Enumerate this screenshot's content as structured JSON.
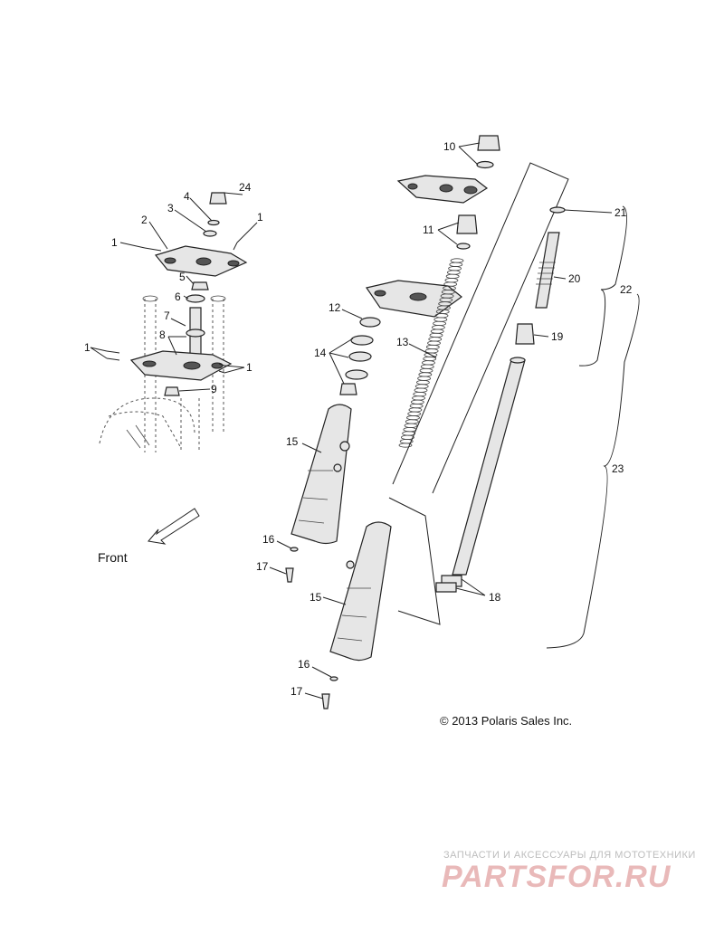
{
  "diagram": {
    "labels": [
      "1",
      "2",
      "3",
      "4",
      "24",
      "1",
      "5",
      "6",
      "7",
      "8",
      "1",
      "1",
      "9",
      "10",
      "11",
      "21",
      "20",
      "22",
      "19",
      "12",
      "13",
      "14",
      "15",
      "23",
      "16",
      "17",
      "18",
      "15",
      "16",
      "17"
    ],
    "front_text": "Front",
    "copyright": "© 2013 Polaris Sales Inc.",
    "watermark": {
      "top": "ЗАПЧАСТИ И АКСЕССУАРЫ ДЛЯ МОТОТЕХНИКИ",
      "main": "PARTSFOR.RU"
    },
    "colors": {
      "line": "#222222",
      "watermark": "#e9b9b9"
    }
  }
}
